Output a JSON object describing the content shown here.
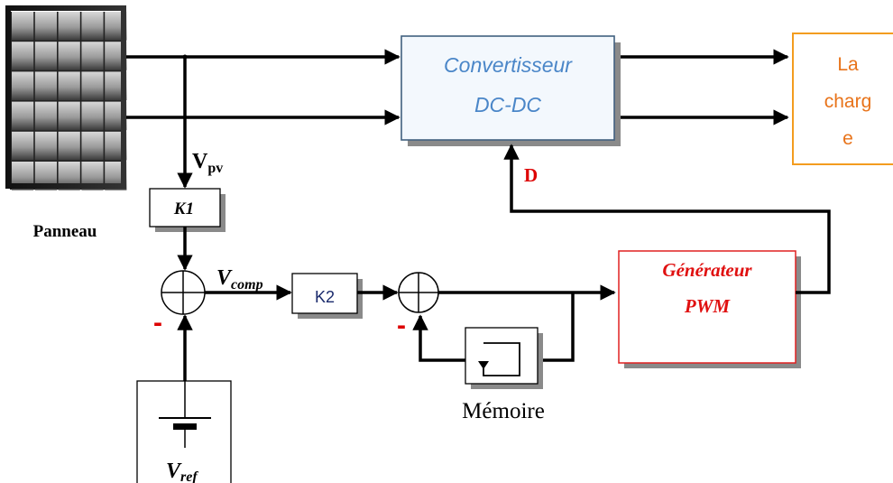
{
  "panel": {
    "label": "Panneau"
  },
  "converter": {
    "line1": "Convertisseur",
    "line2": "DC-DC"
  },
  "load": {
    "line1": "La",
    "line2": "charg",
    "line3": "e"
  },
  "gain_k1": {
    "label": "K1"
  },
  "gain_k2": {
    "label": "K2"
  },
  "pwm": {
    "line1": "Générateur",
    "line2": "PWM"
  },
  "memory": {
    "label": "Mémoire"
  },
  "signals": {
    "vpv_main": "V",
    "vpv_sub": "pv",
    "vcomp_main": "V",
    "vcomp_sub": "comp",
    "vref_main": "V",
    "vref_sub": "ref",
    "duty": "D",
    "minus_1": "-",
    "minus_2": "-"
  },
  "colors": {
    "converter_text": "#4a86c8",
    "converter_border": "#41607f",
    "converter_fill": "#f3f8fd",
    "load_border": "#f39c1f",
    "load_text": "#e8731a",
    "pwm_border": "#e02020",
    "pwm_text": "#e01010",
    "minus": "#dd0000",
    "duty": "#dd0000",
    "panel_caption": "#8a8a8a"
  }
}
